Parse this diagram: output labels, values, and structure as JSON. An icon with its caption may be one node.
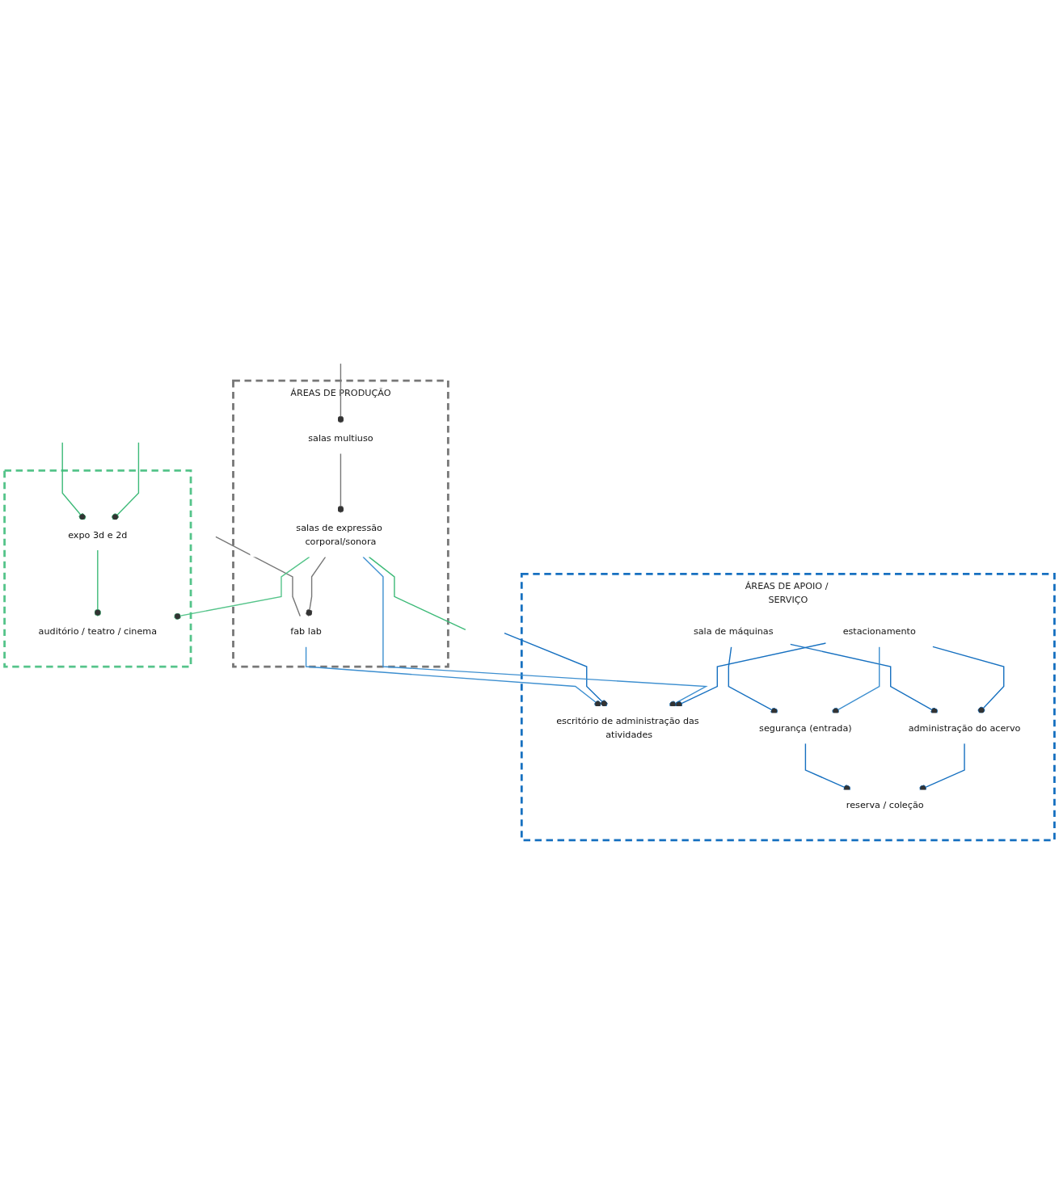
{
  "diagram": {
    "nodes": [
      {
        "text": [
          "ÁREAS DE PRODUÇÃO"
        ]
      },
      {
        "text": [
          "fab lab"
        ],
        "in": 0
      },
      {
        "text": [
          "salas de expressão corporal/sonora"
        ],
        "in": 0
      },
      {
        "text": [
          "salas multiuso"
        ],
        "in": 0
      },
      {
        "text": [
          "ÁREAS DE APOIO / SERVIÇO"
        ]
      },
      {
        "text": [
          "escritório de administração das atividades"
        ],
        "in": 4
      },
      {
        "text": [
          "sala de máquinas"
        ],
        "in": 4
      },
      {
        "text": [
          "reserva / coleção"
        ],
        "in": 4
      },
      {
        "text": [
          "segurança (entrada)"
        ],
        "in": 4
      },
      {
        "text": [
          "estacionamento"
        ],
        "in": 4
      },
      {
        "text": [
          "administração do acervo"
        ],
        "in": 4
      },
      {
        "text": [],
        "shape": "box"
      },
      {
        "text": [
          "expo 3d e 2d"
        ],
        "in": 11
      },
      {
        "text": [
          "auditório / teatro / cinema"
        ],
        "in": 11
      }
    ],
    "edges": [
      {
        "from": 1,
        "to": 5,
        "arrow": "other",
        "color": "#3d8fd0"
      },
      {
        "from": null,
        "to": 5,
        "arrow": "other"
      },
      {
        "from": 2,
        "to": 5,
        "arrow": "other",
        "color": "#3d8fd0"
      },
      {
        "from": null,
        "to": 1,
        "arrow": "none",
        "color": "#777777"
      },
      {
        "from": 2,
        "to": 1,
        "arrow": "other",
        "color": "#777777"
      },
      {
        "from": 3,
        "to": 2,
        "arrow": "other",
        "color": "#777777"
      },
      {
        "from": null,
        "to": 3,
        "arrow": "other",
        "color": "#777777"
      },
      {
        "from": 2,
        "to": null,
        "arrow": "none",
        "color": "#3dba78"
      },
      {
        "from": null,
        "to": 12,
        "arrow": "other",
        "color": "#3dba78"
      },
      {
        "from": 2,
        "to": 13,
        "arrow": "other",
        "color": "#55c48a"
      },
      {
        "from": 12,
        "to": 13,
        "arrow": "other",
        "color": "#3dba78"
      },
      {
        "from": null,
        "to": 12,
        "arrow": "other",
        "color": "#3dba78"
      },
      {
        "from": 9,
        "to": 5,
        "arrow": "other"
      },
      {
        "from": 6,
        "to": 8,
        "arrow": "other"
      },
      {
        "from": 6,
        "to": 10,
        "arrow": "other"
      },
      {
        "from": 8,
        "to": 7,
        "arrow": "other"
      },
      {
        "from": 10,
        "to": 7,
        "arrow": "other"
      },
      {
        "from": 9,
        "to": 8,
        "arrow": "other",
        "color": "#3d8fd0"
      },
      {
        "from": 9,
        "to": 10,
        "arrow": "other"
      }
    ]
  }
}
